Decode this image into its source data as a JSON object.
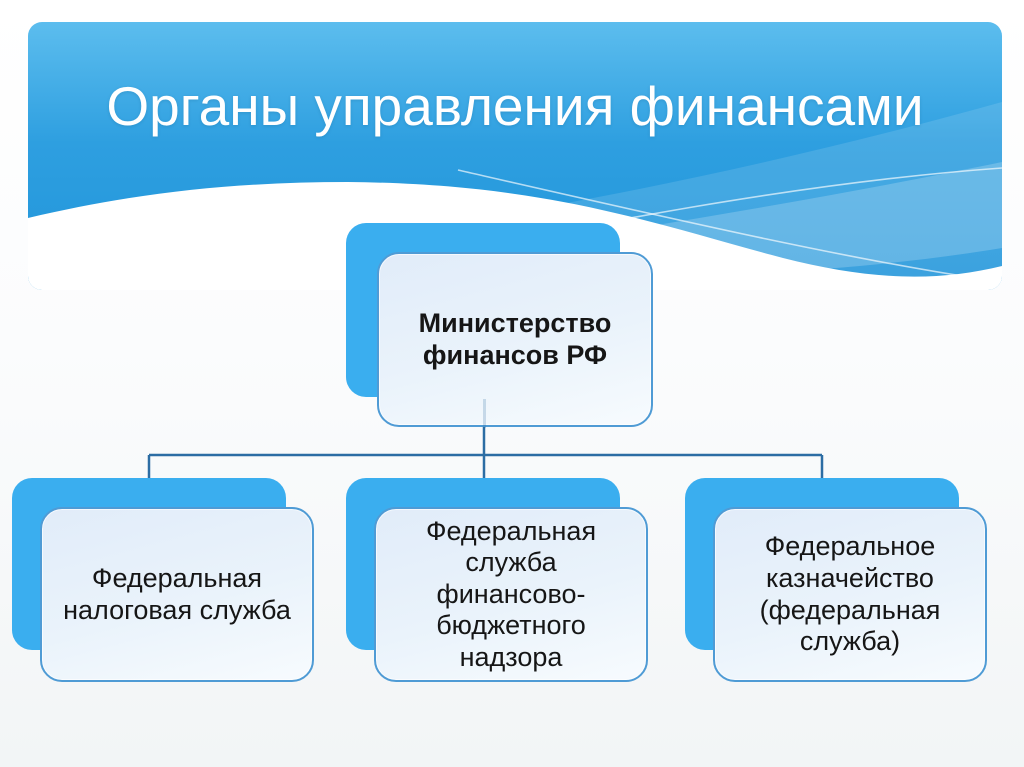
{
  "slide": {
    "title": "Органы управления финансами"
  },
  "diagram": {
    "root": {
      "label": "Министерство\nфинансов РФ"
    },
    "children": [
      {
        "label": "Федеральная\nналоговая служба"
      },
      {
        "label": "Федеральная\nслужба финансово-\nбюджетного\nнадзора"
      },
      {
        "label": "Федеральное\nказначейство\n(федеральная\nслужба)"
      }
    ]
  },
  "colors": {
    "header_gradient_top": "#5cbdee",
    "header_gradient_bottom": "#2095da",
    "title_text": "#ffffff",
    "node_back": "#3aaeef",
    "node_front_fill": "#eaf3fb",
    "node_border": "#4f9bd5",
    "node_text": "#161616",
    "connector": "#2c6da4",
    "slide_background": "#f5f7f8"
  }
}
